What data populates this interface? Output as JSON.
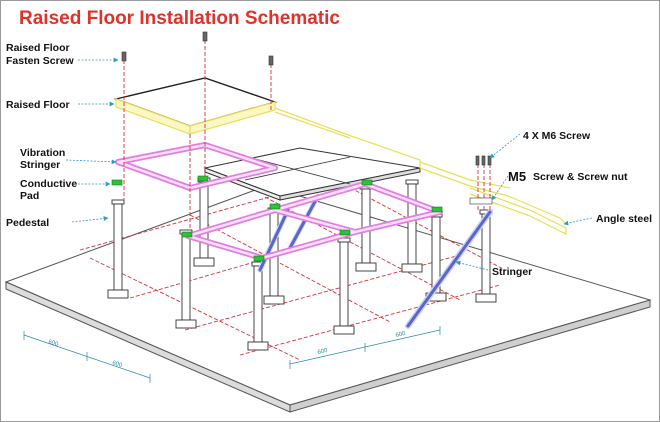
{
  "title": "Raised Floor Installation Schematic",
  "labels": {
    "fasten_screw_line1": "Raised Floor",
    "fasten_screw_line2": "Fasten Screw",
    "raised_floor": "Raised Floor",
    "vibration_line1": "Vibration",
    "vibration_line2": "Stringer",
    "conductive_line1": "Conductive",
    "conductive_line2": "Pad",
    "pedestal": "Pedestal",
    "m6_screw": "4 X M6 Screw",
    "m5_prefix": "M5",
    "m5_rest": "Screw & Screw nut",
    "angle_steel": "Angle steel",
    "stringer": "Stringer"
  },
  "dimensions": [
    "600",
    "600",
    "600",
    "600"
  ],
  "colors": {
    "title": "#e0322a",
    "panel_outline": "#e8e058",
    "stringer": "#e27ee0",
    "pad": "#2fbf3a",
    "guide": "#d8323c",
    "dimension": "#2a8aa8",
    "slab_outline": "#555555",
    "label_leader": "#2a9ad0",
    "brace": "#5a66c8"
  }
}
